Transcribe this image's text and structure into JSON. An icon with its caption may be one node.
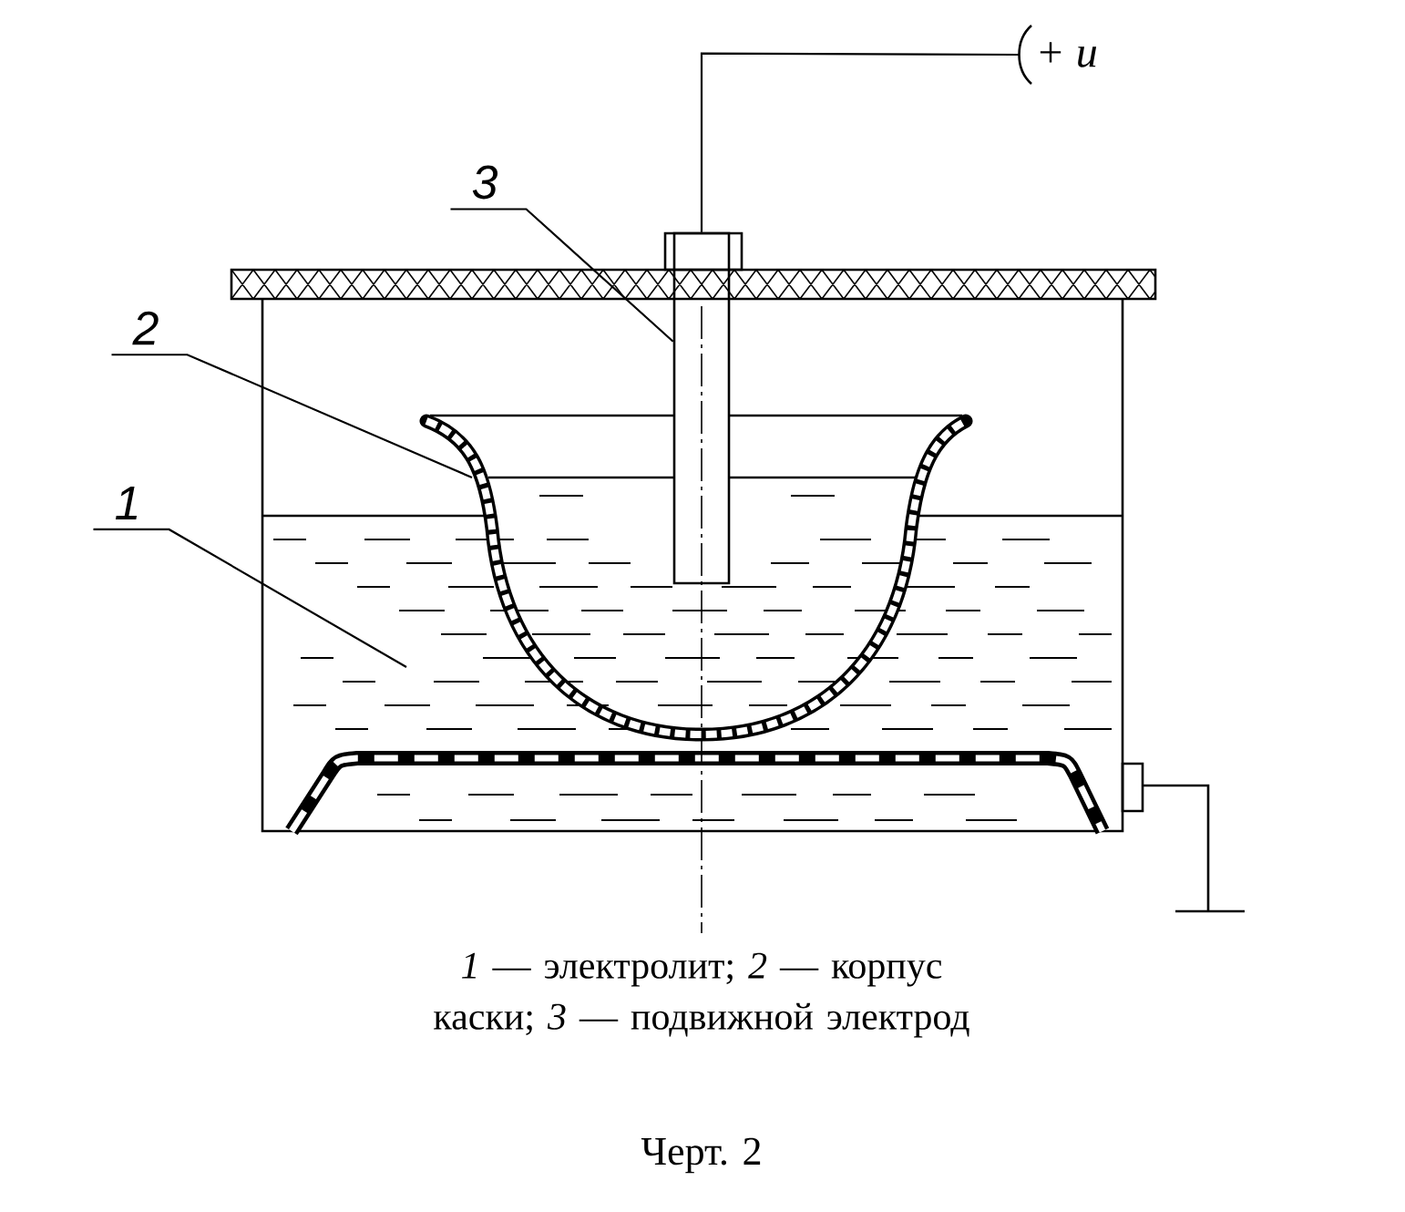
{
  "diagram": {
    "caption": "*1* — электролит; *2* — корпус каски; *3* — подвижной электрод",
    "nodes": [
      {
        "text": [
          "+ u"
        ]
      },
      {
        "text": [
          "3"
        ]
      },
      {
        "text": [],
        "shape": "bar"
      },
      {
        "text": [
          "2"
        ]
      },
      {
        "text": [
          "1"
        ]
      },
      {
        "text": [],
        "shape": "picture"
      },
      {
        "text": [],
        "shape": "picture"
      }
    ],
    "edges": [
      {
        "from": 2,
        "to": 0,
        "arrow": "none"
      },
      {
        "from": 1,
        "to": 2,
        "arrow": "none"
      },
      {
        "from": 3,
        "to": 5,
        "arrow": "none"
      },
      {
        "from": 4,
        "to": 6,
        "arrow": "none"
      }
    ],
    "labels": [
      "Черт. 2"
    ]
  }
}
